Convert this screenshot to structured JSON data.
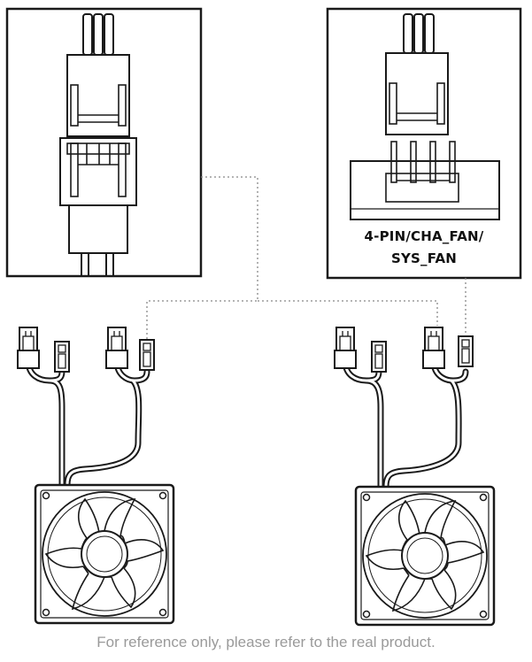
{
  "diagram": {
    "header_box_label_line1": "4-PIN/CHA_FAN/",
    "header_box_label_line2": "SYS_FAN",
    "footnote": "For reference only, please refer to the real product.",
    "colors": {
      "stroke": "#1a1a1a",
      "fill": "#ffffff",
      "dotted": "#888888",
      "footnote": "#9a9a9a"
    },
    "components": [
      "splitter-connector-box",
      "motherboard-fan-header-box",
      "fan-left",
      "fan-right"
    ]
  }
}
